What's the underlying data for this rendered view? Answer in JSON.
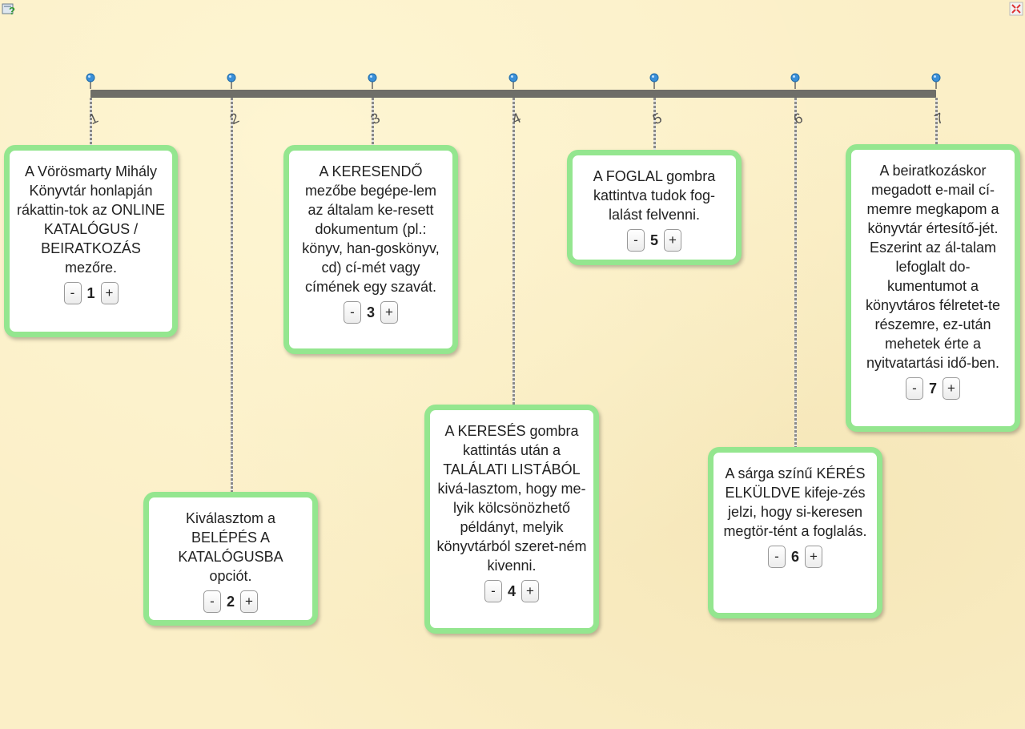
{
  "timeline": {
    "ticks": [
      "1",
      "2",
      "3",
      "4",
      "5",
      "6",
      "7"
    ]
  },
  "cards": [
    {
      "text": "A Vörösmarty Mihály Könyvtár honlapján rákattin-tok az ONLINE KATALÓGUS / BEIRATKOZÁS mezőre.",
      "number": "1",
      "minus": "-",
      "plus": "+"
    },
    {
      "text": "Kiválasztom a BELÉPÉS A KATALÓGUSBA opciót.",
      "number": "2",
      "minus": "-",
      "plus": "+"
    },
    {
      "text": "A KERESENDŐ mezőbe begépe-lem az általam ke-resett dokumentum (pl.: könyv, han-goskönyv, cd) cí-mét vagy címének egy szavát.",
      "number": "3",
      "minus": "-",
      "plus": "+"
    },
    {
      "text": "A KERESÉS gombra kattintás után a TALÁLATI LISTÁBÓL kivá-lasztom, hogy me-lyik kölcsönözhető példányt, melyik könyvtárból szeret-ném kivenni.",
      "number": "4",
      "minus": "-",
      "plus": "+"
    },
    {
      "text": "A FOGLAL gombra kattintva tudok fog-lalást felvenni.",
      "number": "5",
      "minus": "-",
      "plus": "+"
    },
    {
      "text": "A sárga színű KÉRÉS ELKÜLDVE kifeje-zés jelzi, hogy si-keresen megtör-tént a foglalás.",
      "number": "6",
      "minus": "-",
      "plus": "+"
    },
    {
      "text": "A beiratkozáskor megadott e-mail cí-memre megkapom a könyvtár értesítő-jét. Eszerint az ál-talam lefoglalt do-kumentumot a könyvtáros félretet-te részemre, ez-után mehetek érte a nyitvatartási idő-ben.",
      "number": "7",
      "minus": "-",
      "plus": "+"
    }
  ],
  "colors": {
    "card_border": "#94e68f",
    "pin": "#3a8fd8",
    "axis": "#6e6e68"
  }
}
